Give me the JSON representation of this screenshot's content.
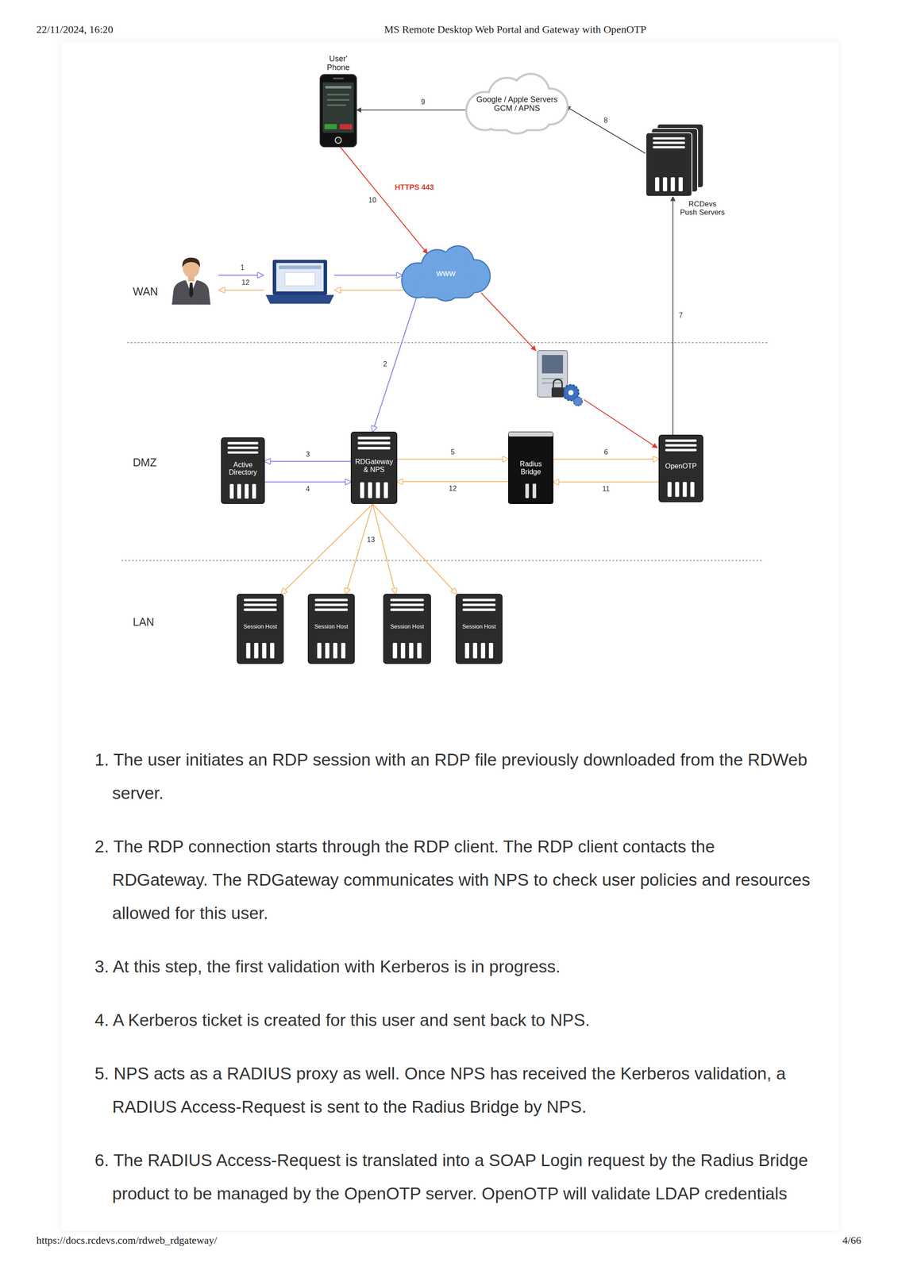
{
  "diagram": {
    "nodes": [
      {
        "text": [
          "User' Phone"
        ]
      },
      {
        "text": [
          "Google / Apple Servers GCM / APNS"
        ]
      },
      {
        "text": [
          "RCDevs Push Servers"
        ]
      },
      {
        "text": [
          "www"
        ]
      },
      {
        "text": [
          "Active Directory"
        ]
      },
      {
        "text": [
          "RDGateway & NPS"
        ]
      },
      {
        "text": [
          "Radius Bridge"
        ]
      },
      {
        "text": [
          "OpenOTP"
        ]
      },
      {
        "text": [
          "Session Host"
        ]
      },
      {
        "text": [
          "Session Host"
        ]
      },
      {
        "text": [
          "Session Host"
        ]
      },
      {
        "text": [
          "Session Host"
        ]
      }
    ],
    "edges": [
      {
        "from": 1,
        "to": 0,
        "label": "9",
        "arrow": "to"
      },
      {
        "from": 2,
        "to": 1,
        "label": "8",
        "arrow": "to"
      },
      {
        "from": 7,
        "to": 2,
        "label": "7",
        "arrow": "to"
      },
      {
        "from": 0,
        "to": 3,
        "label": "10",
        "arrow": "to"
      },
      {
        "from": 3,
        "to": 5,
        "label": "2",
        "arrow": "to"
      },
      {
        "from": 5,
        "to": 4,
        "label": "3",
        "arrow": "to"
      },
      {
        "from": 4,
        "to": 5,
        "label": "4",
        "arrow": "to"
      },
      {
        "from": 5,
        "to": 6,
        "label": "5",
        "arrow": "to"
      },
      {
        "from": 6,
        "to": 7,
        "label": "6",
        "arrow": "to"
      },
      {
        "from": 7,
        "to": 6,
        "label": "11",
        "arrow": "to"
      },
      {
        "from": 6,
        "to": 5,
        "label": "12",
        "arrow": "to"
      },
      {
        "from": 5,
        "to": 8,
        "arrow": "to"
      },
      {
        "from": 5,
        "to": 9,
        "arrow": "to"
      },
      {
        "from": 5,
        "to": 10,
        "arrow": "to"
      },
      {
        "from": 5,
        "to": 11,
        "arrow": "to"
      }
    ],
    "labels": [
      "22/11/2024, 16:20",
      "MS Remote Desktop Web Portal and Gateway with OpenOTP",
      "HTTPS 443",
      "WAN",
      "1",
      "12",
      "DMZ",
      "13",
      "LAN",
      "1. The user initiates an RDP session with an RDP file previously downloaded from the RDWeb server.",
      "2. The RDP connection starts through the RDP client. The RDP client contacts the RDGateway. The RDGateway communicates with NPS to check user policies and resources allowed for this user.",
      "3. At this step, the first validation with Kerberos is in progress.",
      "4. A Kerberos ticket is created for this user and sent back to NPS.",
      "5. NPS acts as a RADIUS proxy as well. Once NPS has received the Kerberos validation, a RADIUS Access-Request is sent to the Radius Bridge by NPS.",
      "6. The RADIUS Access-Request is translated into a SOAP Login request by the Radius Bridge product to be managed by the OpenOTP server. OpenOTP will validate LDAP credentials",
      "https://docs.rcdevs.com/rdweb_rdgateway/",
      "4/66"
    ]
  }
}
